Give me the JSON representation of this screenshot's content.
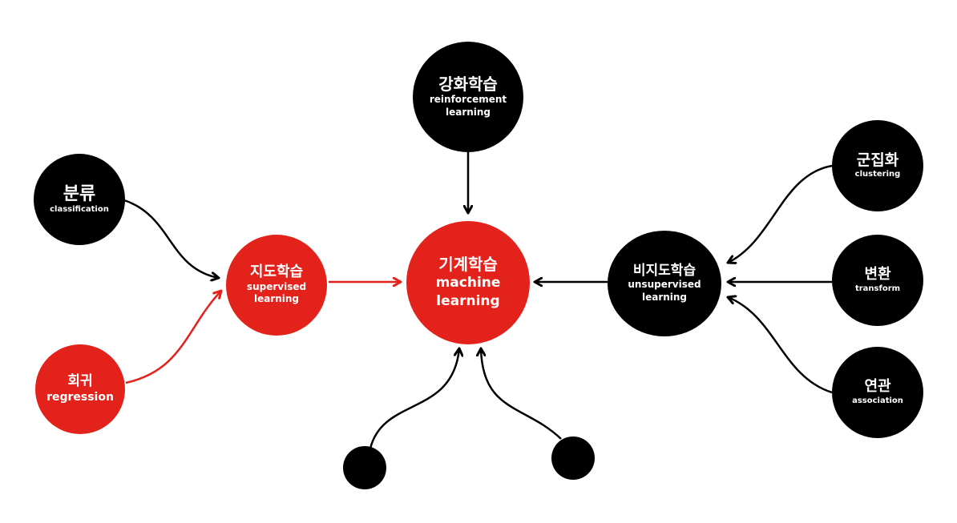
{
  "colors": {
    "red": "#e3231b",
    "black": "#000000",
    "background": "#ffffff"
  },
  "nodes": {
    "center": {
      "ko": "기계학습",
      "en_line1": "machine",
      "en_line2": "learning",
      "color": "#e3231b"
    },
    "reinforcement": {
      "ko": "강화학습",
      "en_line1": "reinforcement",
      "en_line2": "learning",
      "color": "#000000"
    },
    "supervised": {
      "ko": "지도학습",
      "en_line1": "supervised",
      "en_line2": "learning",
      "color": "#e3231b"
    },
    "unsupervised": {
      "ko": "비지도학습",
      "en_line1": "unsupervised",
      "en_line2": "learning",
      "color": "#000000"
    },
    "classification": {
      "ko": "분류",
      "en": "classification",
      "color": "#000000"
    },
    "regression": {
      "ko": "회귀",
      "en": "regression",
      "color": "#e3231b"
    },
    "clustering": {
      "ko": "군집화",
      "en": "clustering",
      "color": "#000000"
    },
    "transform": {
      "ko": "변환",
      "en": "transform",
      "color": "#000000"
    },
    "association": {
      "ko": "연관",
      "en": "association",
      "color": "#000000"
    }
  },
  "edges": [
    {
      "from": "classification",
      "to": "supervised",
      "color": "#000000"
    },
    {
      "from": "regression",
      "to": "supervised",
      "color": "#e3231b"
    },
    {
      "from": "supervised",
      "to": "center",
      "color": "#e3231b"
    },
    {
      "from": "reinforcement",
      "to": "center",
      "color": "#000000"
    },
    {
      "from": "unsupervised",
      "to": "center",
      "color": "#000000"
    },
    {
      "from": "clustering",
      "to": "unsupervised",
      "color": "#000000"
    },
    {
      "from": "transform",
      "to": "unsupervised",
      "color": "#000000"
    },
    {
      "from": "association",
      "to": "unsupervised",
      "color": "#000000"
    },
    {
      "from": "unlabeled-dot-left",
      "to": "center",
      "color": "#000000"
    },
    {
      "from": "unlabeled-dot-right",
      "to": "center",
      "color": "#000000"
    }
  ]
}
